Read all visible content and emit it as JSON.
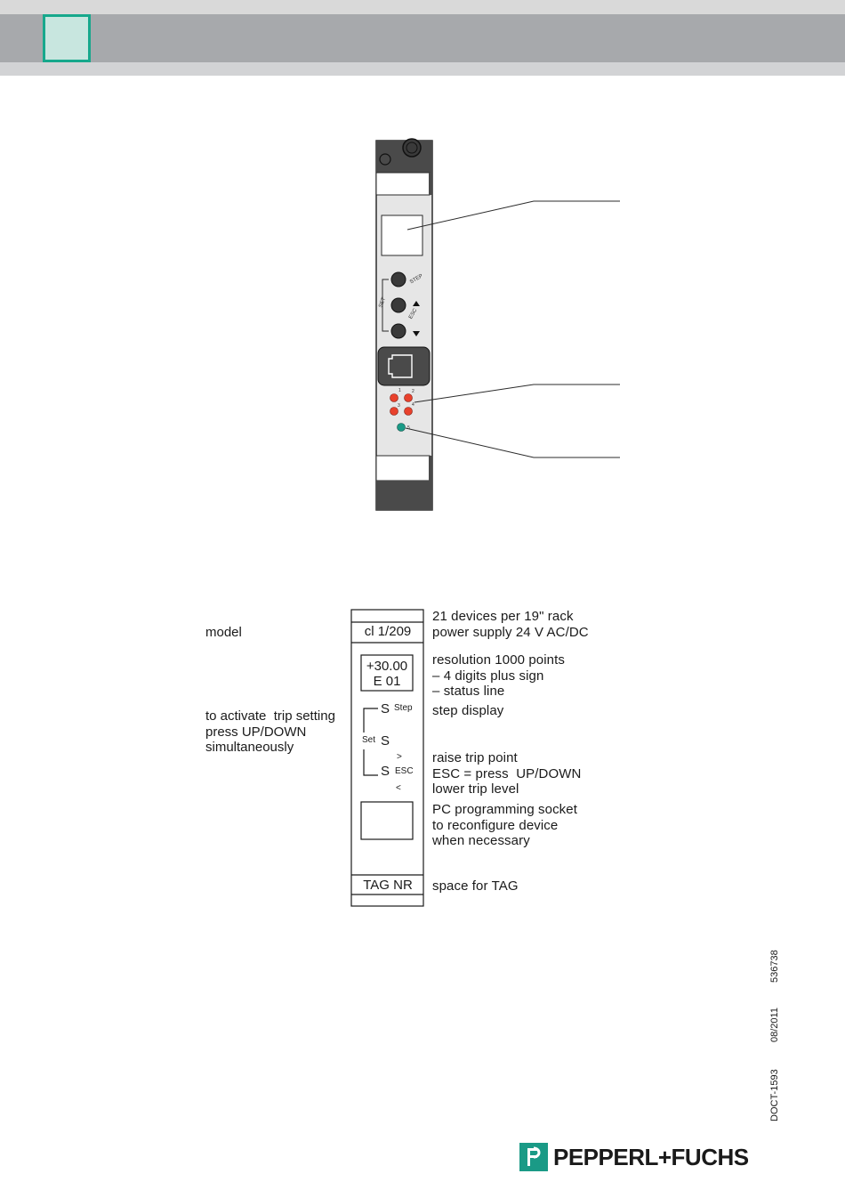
{
  "diagram": {
    "step_label": "STEP",
    "set_label": "SET",
    "esc_label": "ESC",
    "led_numbers": [
      "1",
      "2",
      "3",
      "4",
      "5"
    ]
  },
  "panel": {
    "model_label": "model",
    "trip_note": "to activate  trip setting\npress UP/DOWN\nsimultaneously",
    "model_value": "cl 1/209",
    "display_value": "+30.00",
    "display_status": "E 01",
    "s_step": "S",
    "step_small": "Step",
    "set_small": "Set",
    "s_set": "S",
    "gt": ">",
    "s_esc": "S",
    "esc_small": "ESC",
    "lt": "<",
    "tag": "TAG NR",
    "desc_rack": "21 devices per 19\" rack",
    "desc_power": "power supply 24 V AC/DC",
    "desc_resolution": "resolution 1000 points\n– 4 digits plus sign\n– status line",
    "desc_step": "step display",
    "desc_raise": "raise trip point\nESC = press  UP/DOWN\nlower trip level",
    "desc_pc": "PC programming socket\nto reconfigure device\nwhen necessary",
    "desc_tag": "space for TAG"
  },
  "footer": {
    "doc": "DOCT-1593",
    "date": "08/2011",
    "number": "536738",
    "brand": "PEPPERL+FUCHS"
  },
  "colors": {
    "header_band": "#a7a9ac",
    "accent": "#17a88c",
    "led_red": "#e8412c",
    "led_green": "#1a9a86"
  }
}
